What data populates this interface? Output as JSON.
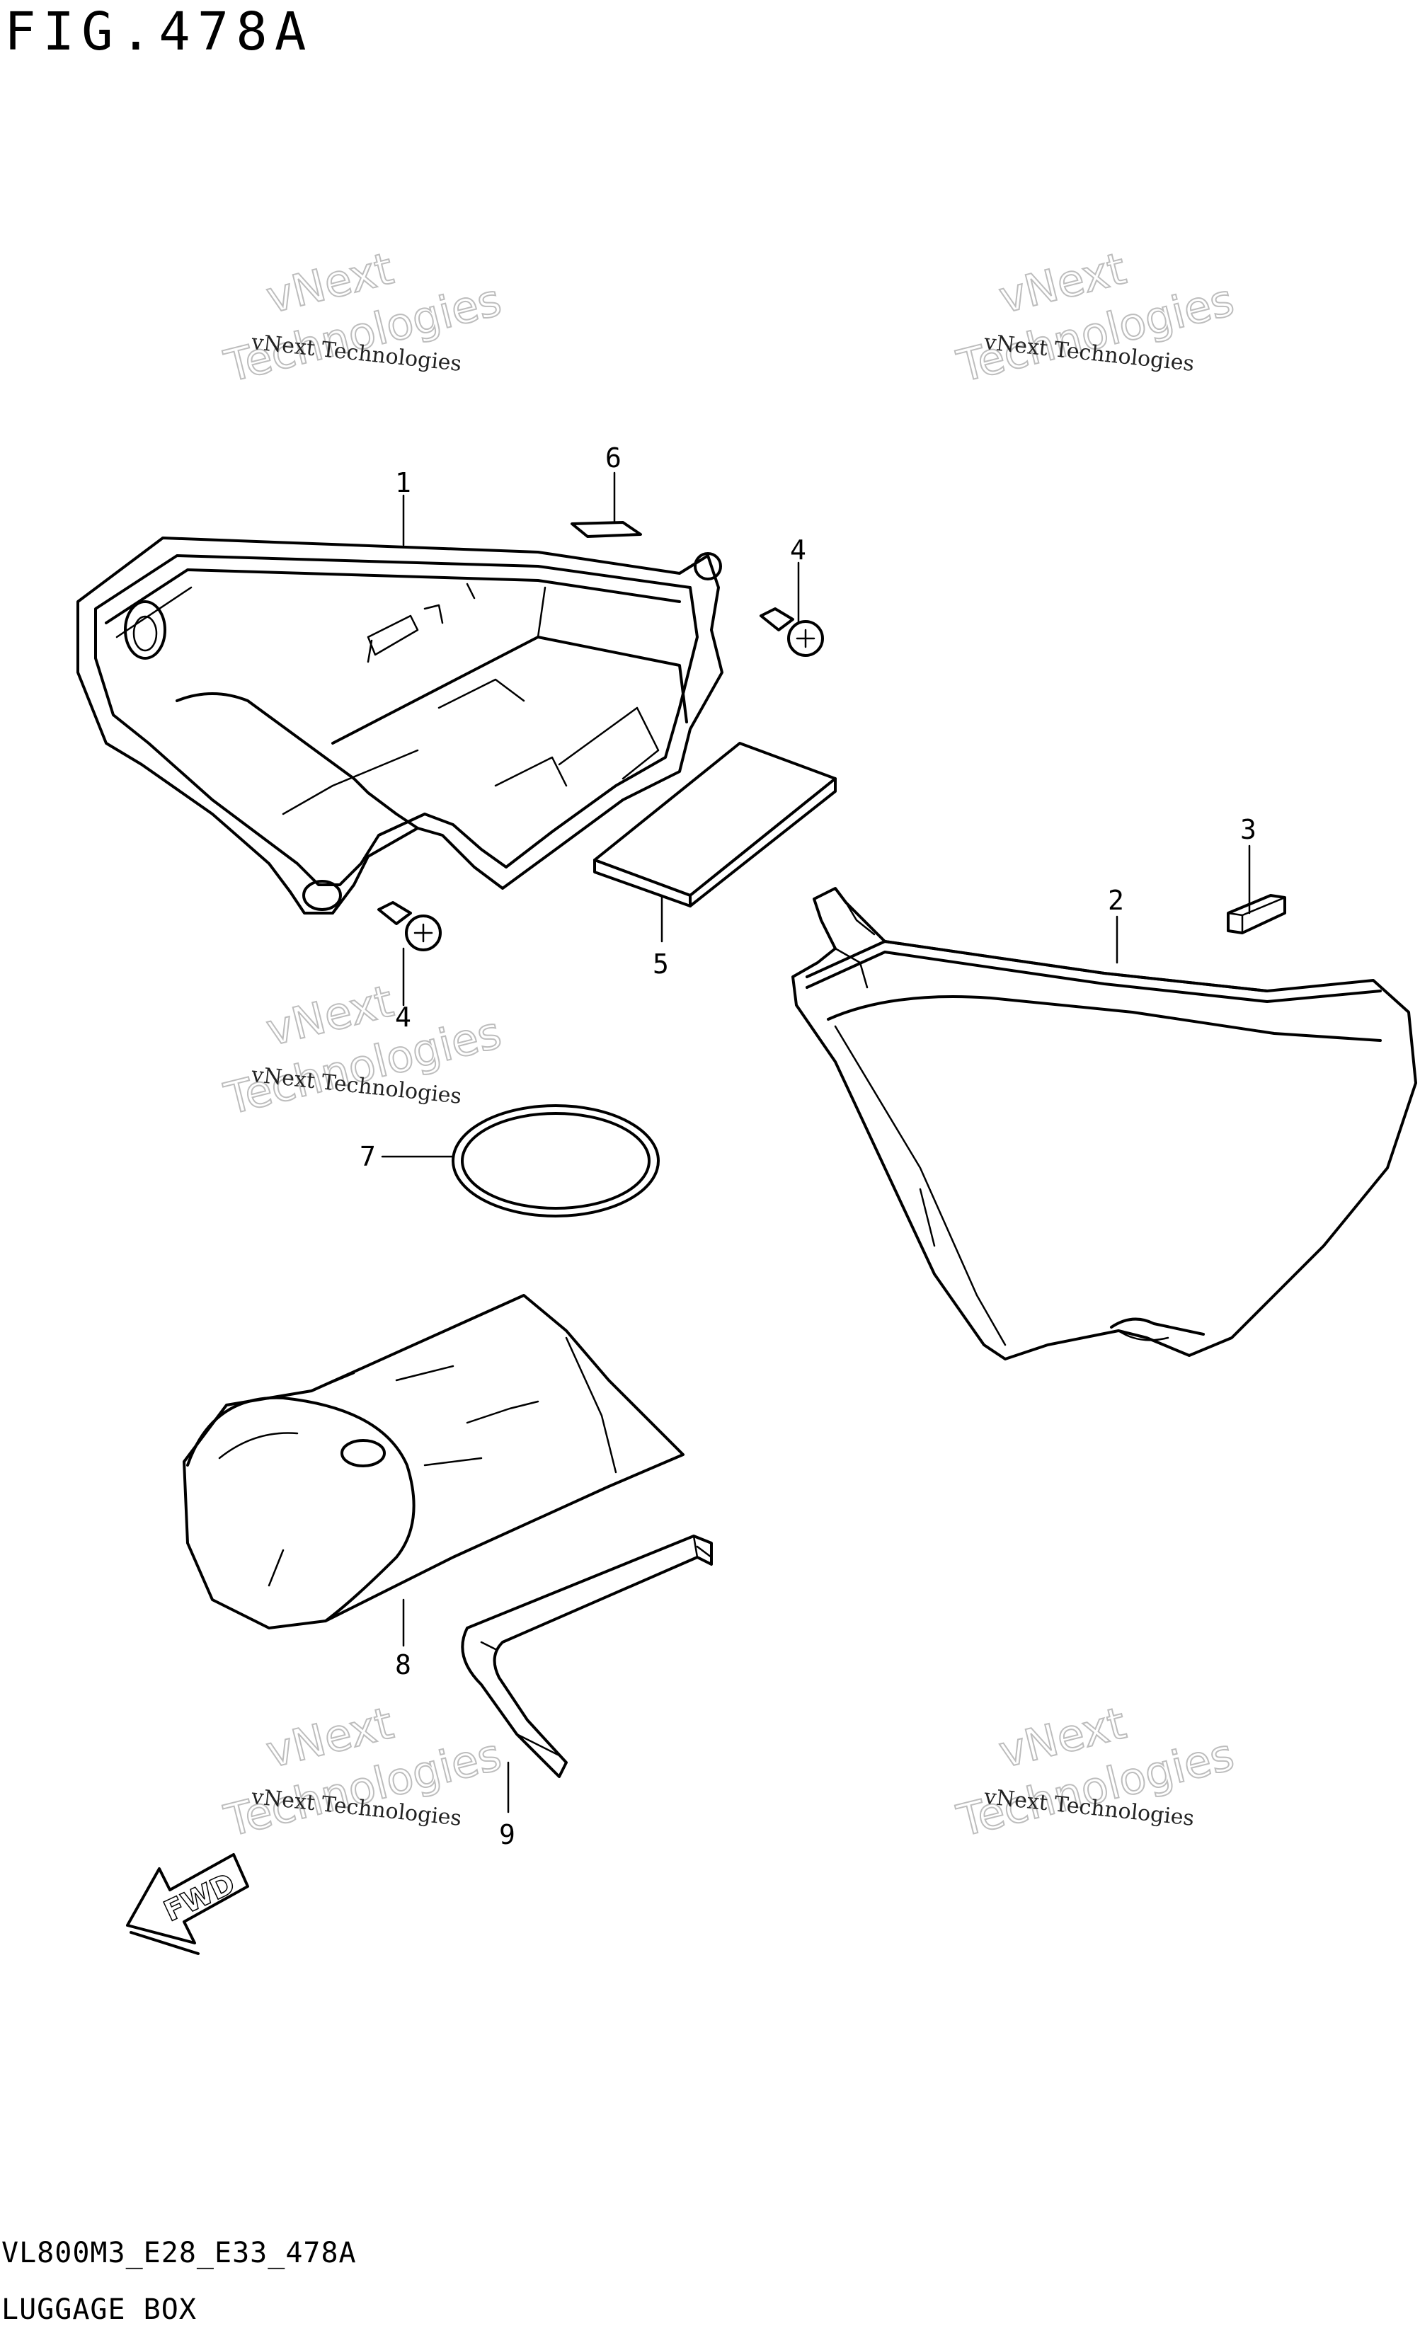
{
  "header": {
    "figure_title": "FIG.478A"
  },
  "footer": {
    "model_code": "VL800M3_E28_E33_478A",
    "section_name": "LUGGAGE BOX"
  },
  "watermark": {
    "line1": "vNext",
    "line2": "Technologies",
    "small": "vNext Technologies"
  },
  "parts": [
    {
      "id": "part-1",
      "number": "1"
    },
    {
      "id": "part-2",
      "number": "2"
    },
    {
      "id": "part-3",
      "number": "3"
    },
    {
      "id": "part-4a",
      "number": "4"
    },
    {
      "id": "part-4b",
      "number": "4"
    },
    {
      "id": "part-5",
      "number": "5"
    },
    {
      "id": "part-6",
      "number": "6"
    },
    {
      "id": "part-7",
      "number": "7"
    },
    {
      "id": "part-8",
      "number": "8"
    },
    {
      "id": "part-9",
      "number": "9"
    }
  ],
  "fwd_label": "FWD",
  "colors": {
    "line": "#000000",
    "background": "#ffffff",
    "watermark": "#bdbdbd"
  }
}
